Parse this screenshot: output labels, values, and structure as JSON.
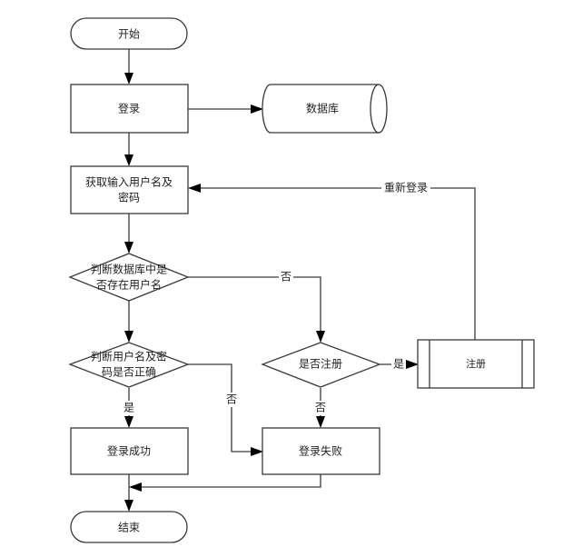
{
  "diagram": {
    "type": "flowchart",
    "nodes": {
      "start": {
        "label": "开始",
        "shape": "terminator"
      },
      "login": {
        "label": "登录",
        "shape": "process"
      },
      "database": {
        "label": "数据库",
        "shape": "database"
      },
      "get_credentials": {
        "label_line1": "获取输入用户名及",
        "label_line2": "密码",
        "shape": "process"
      },
      "check_user_exists": {
        "label_line1": "判断数据库中是",
        "label_line2": "否存在用户名",
        "shape": "decision"
      },
      "check_password": {
        "label_line1": "判断用户名及密",
        "label_line2": "码是否正确",
        "shape": "decision"
      },
      "register_decision": {
        "label": "是否注册",
        "shape": "decision"
      },
      "register": {
        "label": "注册",
        "shape": "predefined-process"
      },
      "login_success": {
        "label": "登录成功",
        "shape": "process"
      },
      "login_fail": {
        "label": "登录失败",
        "shape": "process"
      },
      "end": {
        "label": "结束",
        "shape": "terminator"
      }
    },
    "edges": {
      "relogin": {
        "label": "重新登录",
        "from": "register",
        "to": "get_credentials"
      },
      "user_not_exists": {
        "label": "否",
        "from": "check_user_exists",
        "to": "register_decision"
      },
      "password_wrong": {
        "label": "否",
        "from": "check_password",
        "to": "login_fail"
      },
      "password_ok": {
        "label": "是",
        "from": "check_password",
        "to": "login_success"
      },
      "do_register": {
        "label": "是",
        "from": "register_decision",
        "to": "register"
      },
      "no_register": {
        "label": "否",
        "from": "register_decision",
        "to": "login_fail"
      }
    }
  }
}
